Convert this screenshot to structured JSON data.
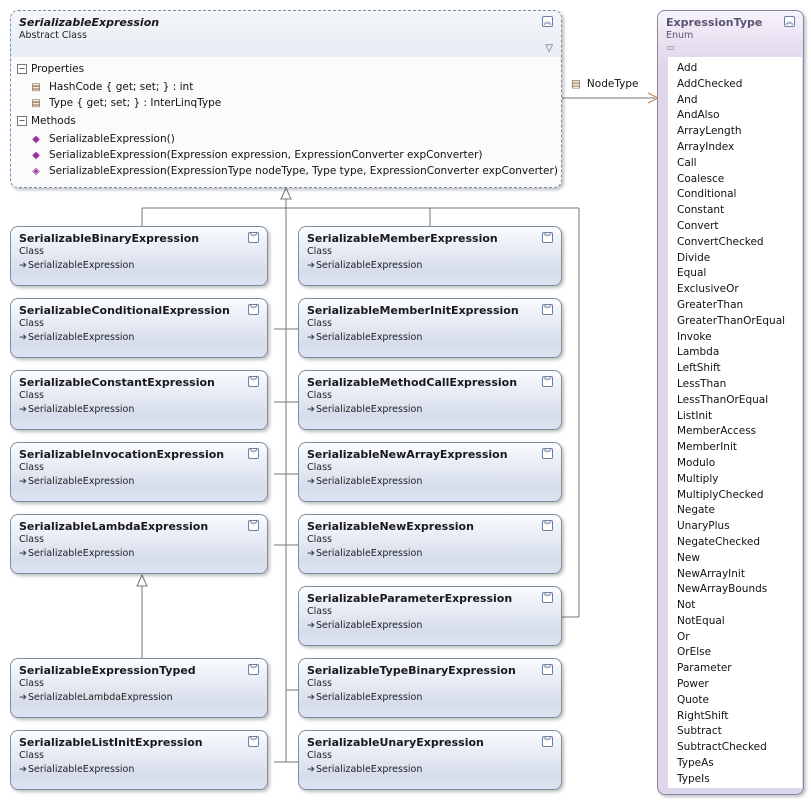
{
  "base": {
    "name": "SerializableExpression",
    "kind": "Abstract Class",
    "properties_header": "Properties",
    "properties": [
      "HashCode { get; set; } : int",
      "Type { get; set; } : InterLinqType"
    ],
    "methods_header": "Methods",
    "methods": [
      "SerializableExpression()",
      "SerializableExpression(Expression expression, ExpressionConverter expConverter)",
      "SerializableExpression(ExpressionType nodeType, Type type, ExpressionConverter expConverter)"
    ]
  },
  "association": {
    "label": "NodeType"
  },
  "enum": {
    "name": "ExpressionType",
    "kind": "Enum",
    "values": [
      "Add",
      "AddChecked",
      "And",
      "AndAlso",
      "ArrayLength",
      "ArrayIndex",
      "Call",
      "Coalesce",
      "Conditional",
      "Constant",
      "Convert",
      "ConvertChecked",
      "Divide",
      "Equal",
      "ExclusiveOr",
      "GreaterThan",
      "GreaterThanOrEqual",
      "Invoke",
      "Lambda",
      "LeftShift",
      "LessThan",
      "LessThanOrEqual",
      "ListInit",
      "MemberAccess",
      "MemberInit",
      "Modulo",
      "Multiply",
      "MultiplyChecked",
      "Negate",
      "UnaryPlus",
      "NegateChecked",
      "New",
      "NewArrayInit",
      "NewArrayBounds",
      "Not",
      "NotEqual",
      "Or",
      "OrElse",
      "Parameter",
      "Power",
      "Quote",
      "RightShift",
      "Subtract",
      "SubtractChecked",
      "TypeAs",
      "TypeIs"
    ]
  },
  "classes": {
    "binary": {
      "name": "SerializableBinaryExpression",
      "kind": "Class",
      "parent": "SerializableExpression"
    },
    "member": {
      "name": "SerializableMemberExpression",
      "kind": "Class",
      "parent": "SerializableExpression"
    },
    "conditional": {
      "name": "SerializableConditionalExpression",
      "kind": "Class",
      "parent": "SerializableExpression"
    },
    "memberinit": {
      "name": "SerializableMemberInitExpression",
      "kind": "Class",
      "parent": "SerializableExpression"
    },
    "constant": {
      "name": "SerializableConstantExpression",
      "kind": "Class",
      "parent": "SerializableExpression"
    },
    "methodcall": {
      "name": "SerializableMethodCallExpression",
      "kind": "Class",
      "parent": "SerializableExpression"
    },
    "invocation": {
      "name": "SerializableInvocationExpression",
      "kind": "Class",
      "parent": "SerializableExpression"
    },
    "newarray": {
      "name": "SerializableNewArrayExpression",
      "kind": "Class",
      "parent": "SerializableExpression"
    },
    "lambda": {
      "name": "SerializableLambdaExpression",
      "kind": "Class",
      "parent": "SerializableExpression"
    },
    "new": {
      "name": "SerializableNewExpression",
      "kind": "Class",
      "parent": "SerializableExpression"
    },
    "parameter": {
      "name": "SerializableParameterExpression",
      "kind": "Class",
      "parent": "SerializableExpression"
    },
    "typed": {
      "name": "SerializableExpressionTyped",
      "kind": "Class",
      "parent": "SerializableLambdaExpression"
    },
    "typebinary": {
      "name": "SerializableTypeBinaryExpression",
      "kind": "Class",
      "parent": "SerializableExpression"
    },
    "listinit": {
      "name": "SerializableListInitExpression",
      "kind": "Class",
      "parent": "SerializableExpression"
    },
    "unary": {
      "name": "SerializableUnaryExpression",
      "kind": "Class",
      "parent": "SerializableExpression"
    }
  }
}
